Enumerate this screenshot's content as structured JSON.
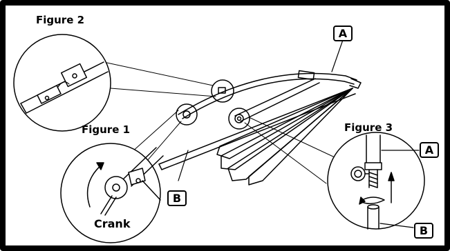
{
  "figures": {
    "figure_1": "Figure 1",
    "figure_2": "Figure 2",
    "figure_3": "Figure 3"
  },
  "labels": {
    "crank": "Crank",
    "part_a": "A",
    "part_b": "B"
  },
  "colors": {
    "line": "#000000",
    "background": "#ffffff"
  }
}
